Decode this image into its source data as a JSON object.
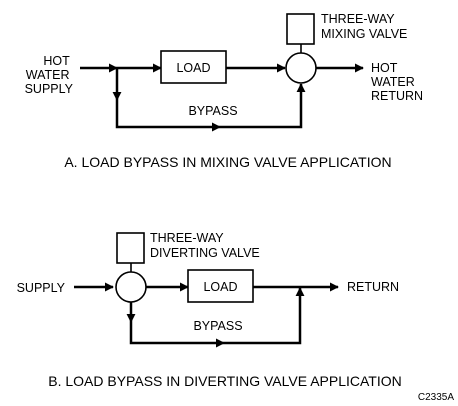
{
  "diagram_a": {
    "inlet_lines": [
      "HOT",
      "WATER",
      "SUPPLY"
    ],
    "load": "LOAD",
    "valve_lines": [
      "THREE-WAY",
      "MIXING VALVE"
    ],
    "outlet_lines": [
      "HOT",
      "WATER",
      "RETURN"
    ],
    "bypass": "BYPASS",
    "caption": "A. LOAD BYPASS IN MIXING VALVE APPLICATION"
  },
  "diagram_b": {
    "inlet": "SUPPLY",
    "load": "LOAD",
    "valve_lines": [
      "THREE-WAY",
      "DIVERTING VALVE"
    ],
    "outlet": "RETURN",
    "bypass": "BYPASS",
    "caption": "B. LOAD BYPASS IN DIVERTING VALVE APPLICATION",
    "figure_code": "C2335A"
  }
}
